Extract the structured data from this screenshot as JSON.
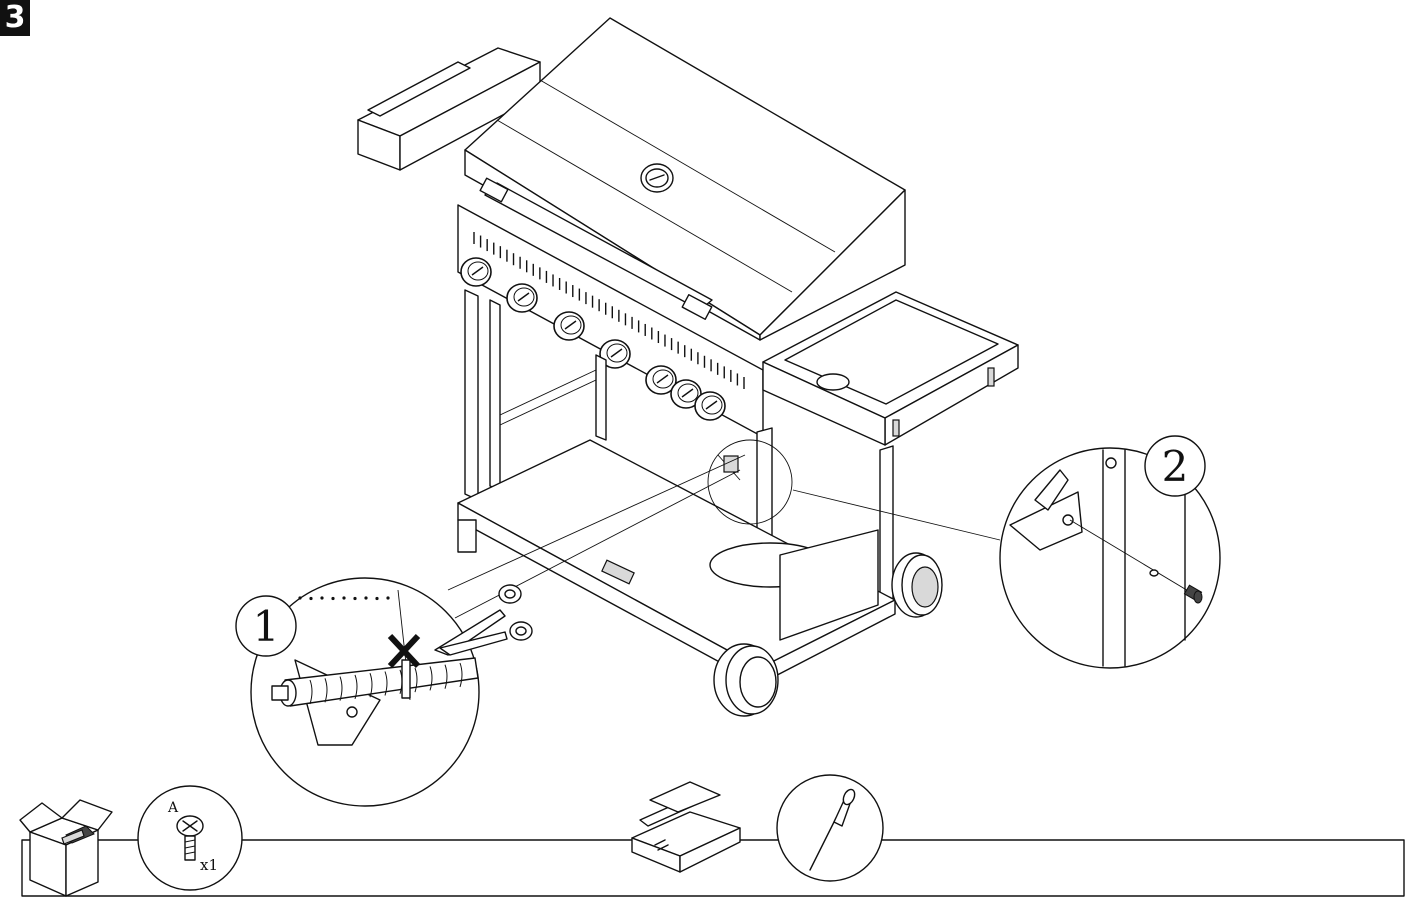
{
  "step": {
    "number": "3"
  },
  "callouts": [
    {
      "label": "1"
    },
    {
      "label": "2"
    }
  ],
  "parts": [
    {
      "letter": "A",
      "quantity": "x1",
      "icon": "screw-icon"
    }
  ],
  "icons": {
    "box": "open-box-icon",
    "toolbox": "toolbox-icon",
    "tool": "screwdriver-icon",
    "cut": "scissors-icon",
    "forbidden": "x-mark-icon"
  }
}
